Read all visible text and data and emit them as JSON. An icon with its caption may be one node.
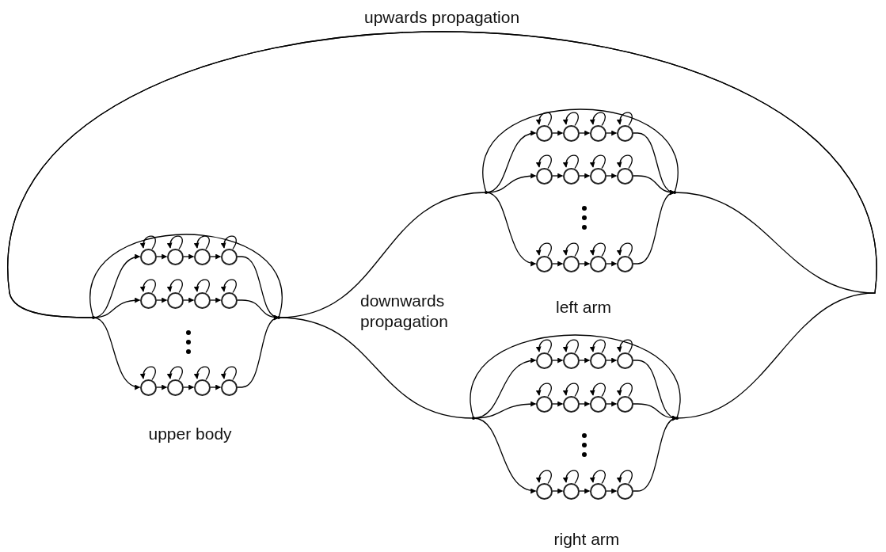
{
  "diagram": {
    "nodes": [
      {
        "text": [],
        "shape": "circle"
      },
      {
        "text": [],
        "shape": "circle"
      },
      {
        "text": [],
        "shape": "circle"
      },
      {
        "text": [],
        "shape": "circle"
      },
      {
        "text": [],
        "shape": "circle"
      },
      {
        "text": [],
        "shape": "circle"
      },
      {
        "text": [],
        "shape": "circle"
      },
      {
        "text": [],
        "shape": "circle"
      },
      {
        "text": [],
        "shape": "circle"
      },
      {
        "text": [],
        "shape": "circle"
      },
      {
        "text": [],
        "shape": "circle"
      },
      {
        "text": [],
        "shape": "circle"
      },
      {
        "text": [],
        "shape": "circle"
      },
      {
        "text": [],
        "shape": "circle"
      },
      {
        "text": [],
        "shape": "circle"
      },
      {
        "text": [],
        "shape": "circle"
      },
      {
        "text": [],
        "shape": "circle"
      },
      {
        "text": [],
        "shape": "circle"
      },
      {
        "text": [],
        "shape": "circle"
      },
      {
        "text": [],
        "shape": "circle"
      },
      {
        "text": [],
        "shape": "circle"
      },
      {
        "text": [],
        "shape": "circle"
      },
      {
        "text": [],
        "shape": "circle"
      },
      {
        "text": [],
        "shape": "circle"
      },
      {
        "text": [],
        "shape": "circle"
      },
      {
        "text": [],
        "shape": "circle"
      },
      {
        "text": [],
        "shape": "circle"
      },
      {
        "text": [],
        "shape": "circle"
      },
      {
        "text": [],
        "shape": "circle"
      },
      {
        "text": [],
        "shape": "circle"
      },
      {
        "text": [],
        "shape": "circle"
      },
      {
        "text": [],
        "shape": "circle"
      },
      {
        "text": [],
        "shape": "circle"
      },
      {
        "text": [],
        "shape": "circle"
      },
      {
        "text": [],
        "shape": "circle"
      },
      {
        "text": [],
        "shape": "circle"
      },
      {
        "text": [],
        "shape": "point"
      },
      {
        "text": [],
        "shape": "point"
      },
      {
        "text": [],
        "shape": "point"
      },
      {
        "text": [],
        "shape": "point"
      },
      {
        "text": [],
        "shape": "point"
      },
      {
        "text": [],
        "shape": "point"
      }
    ],
    "edges": [
      {
        "from": 36,
        "to": 0,
        "arrow": "to"
      },
      {
        "from": 0,
        "to": 1,
        "arrow": "to"
      },
      {
        "from": 1,
        "to": 2,
        "arrow": "to"
      },
      {
        "from": 2,
        "to": 3,
        "arrow": "to"
      },
      {
        "from": 0,
        "to": 0,
        "arrow": "to"
      },
      {
        "from": 1,
        "to": 1,
        "arrow": "to"
      },
      {
        "from": 2,
        "to": 2,
        "arrow": "to"
      },
      {
        "from": 3,
        "to": 3,
        "arrow": "to"
      },
      {
        "from": 3,
        "to": 37,
        "arrow": "to"
      },
      {
        "from": 36,
        "to": 4,
        "arrow": "to"
      },
      {
        "from": 4,
        "to": 5,
        "arrow": "to"
      },
      {
        "from": 5,
        "to": 6,
        "arrow": "to"
      },
      {
        "from": 6,
        "to": 7,
        "arrow": "to"
      },
      {
        "from": 4,
        "to": 4,
        "arrow": "to"
      },
      {
        "from": 5,
        "to": 5,
        "arrow": "to"
      },
      {
        "from": 6,
        "to": 6,
        "arrow": "to"
      },
      {
        "from": 7,
        "to": 7,
        "arrow": "to"
      },
      {
        "from": 7,
        "to": 37,
        "arrow": "to"
      },
      {
        "from": 36,
        "to": 8,
        "arrow": "to"
      },
      {
        "from": 8,
        "to": 9,
        "arrow": "to"
      },
      {
        "from": 9,
        "to": 10,
        "arrow": "to"
      },
      {
        "from": 10,
        "to": 11,
        "arrow": "to"
      },
      {
        "from": 8,
        "to": 8,
        "arrow": "to"
      },
      {
        "from": 9,
        "to": 9,
        "arrow": "to"
      },
      {
        "from": 10,
        "to": 10,
        "arrow": "to"
      },
      {
        "from": 11,
        "to": 11,
        "arrow": "to"
      },
      {
        "from": 11,
        "to": 37,
        "arrow": "to"
      },
      {
        "from": 38,
        "to": 12,
        "arrow": "to"
      },
      {
        "from": 12,
        "to": 13,
        "arrow": "to"
      },
      {
        "from": 13,
        "to": 14,
        "arrow": "to"
      },
      {
        "from": 14,
        "to": 15,
        "arrow": "to"
      },
      {
        "from": 12,
        "to": 12,
        "arrow": "to"
      },
      {
        "from": 13,
        "to": 13,
        "arrow": "to"
      },
      {
        "from": 14,
        "to": 14,
        "arrow": "to"
      },
      {
        "from": 15,
        "to": 15,
        "arrow": "to"
      },
      {
        "from": 15,
        "to": 39,
        "arrow": "to"
      },
      {
        "from": 38,
        "to": 16,
        "arrow": "to"
      },
      {
        "from": 16,
        "to": 17,
        "arrow": "to"
      },
      {
        "from": 17,
        "to": 18,
        "arrow": "to"
      },
      {
        "from": 18,
        "to": 19,
        "arrow": "to"
      },
      {
        "from": 16,
        "to": 16,
        "arrow": "to"
      },
      {
        "from": 17,
        "to": 17,
        "arrow": "to"
      },
      {
        "from": 18,
        "to": 18,
        "arrow": "to"
      },
      {
        "from": 19,
        "to": 19,
        "arrow": "to"
      },
      {
        "from": 19,
        "to": 39,
        "arrow": "to"
      },
      {
        "from": 38,
        "to": 20,
        "arrow": "to"
      },
      {
        "from": 20,
        "to": 21,
        "arrow": "to"
      },
      {
        "from": 21,
        "to": 22,
        "arrow": "to"
      },
      {
        "from": 22,
        "to": 23,
        "arrow": "to"
      },
      {
        "from": 20,
        "to": 20,
        "arrow": "to"
      },
      {
        "from": 21,
        "to": 21,
        "arrow": "to"
      },
      {
        "from": 22,
        "to": 22,
        "arrow": "to"
      },
      {
        "from": 23,
        "to": 23,
        "arrow": "to"
      },
      {
        "from": 23,
        "to": 39,
        "arrow": "to"
      },
      {
        "from": 40,
        "to": 24,
        "arrow": "to"
      },
      {
        "from": 24,
        "to": 25,
        "arrow": "to"
      },
      {
        "from": 25,
        "to": 26,
        "arrow": "to"
      },
      {
        "from": 26,
        "to": 27,
        "arrow": "to"
      },
      {
        "from": 24,
        "to": 24,
        "arrow": "to"
      },
      {
        "from": 25,
        "to": 25,
        "arrow": "to"
      },
      {
        "from": 26,
        "to": 26,
        "arrow": "to"
      },
      {
        "from": 27,
        "to": 27,
        "arrow": "to"
      },
      {
        "from": 27,
        "to": 41,
        "arrow": "to"
      },
      {
        "from": 40,
        "to": 28,
        "arrow": "to"
      },
      {
        "from": 28,
        "to": 29,
        "arrow": "to"
      },
      {
        "from": 29,
        "to": 30,
        "arrow": "to"
      },
      {
        "from": 30,
        "to": 31,
        "arrow": "to"
      },
      {
        "from": 28,
        "to": 28,
        "arrow": "to"
      },
      {
        "from": 29,
        "to": 29,
        "arrow": "to"
      },
      {
        "from": 30,
        "to": 30,
        "arrow": "to"
      },
      {
        "from": 31,
        "to": 31,
        "arrow": "to"
      },
      {
        "from": 31,
        "to": 41,
        "arrow": "to"
      },
      {
        "from": 40,
        "to": 32,
        "arrow": "to"
      },
      {
        "from": 32,
        "to": 33,
        "arrow": "to"
      },
      {
        "from": 33,
        "to": 34,
        "arrow": "to"
      },
      {
        "from": 34,
        "to": 35,
        "arrow": "to"
      },
      {
        "from": 32,
        "to": 32,
        "arrow": "to"
      },
      {
        "from": 33,
        "to": 33,
        "arrow": "to"
      },
      {
        "from": 34,
        "to": 34,
        "arrow": "to"
      },
      {
        "from": 35,
        "to": 35,
        "arrow": "to"
      },
      {
        "from": 35,
        "to": 41,
        "arrow": "to"
      },
      {
        "from": 37,
        "to": 36,
        "arrow": "none"
      },
      {
        "from": 39,
        "to": 38,
        "arrow": "none"
      },
      {
        "from": 41,
        "to": 40,
        "arrow": "none"
      },
      {
        "from": 37,
        "to": 38,
        "arrow": "none"
      },
      {
        "from": 37,
        "to": 40,
        "arrow": "none"
      },
      {
        "from": 39,
        "to": 36,
        "arrow": "none"
      },
      {
        "from": 41,
        "to": 36,
        "arrow": "none"
      }
    ],
    "labels": [
      "upwards propagation",
      "left arm",
      "downwards propagation",
      "upper body",
      "right arm"
    ]
  }
}
